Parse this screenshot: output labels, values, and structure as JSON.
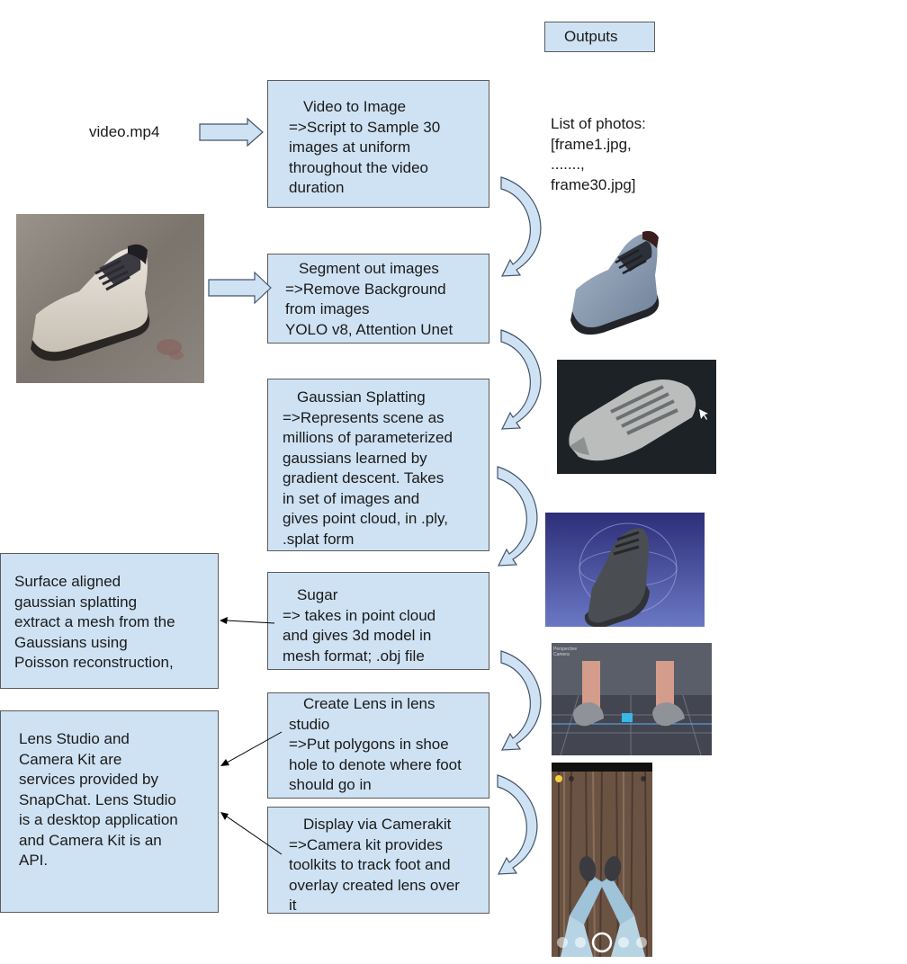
{
  "outputs_label": "Outputs",
  "input_label": "video.mp4",
  "frames_output": [
    "List of photos:",
    "[frame1.jpg,",
    ".......,",
    "frame30.jpg]"
  ],
  "steps": [
    {
      "title": "Video to Image",
      "lines": [
        "=>Script to Sample 30",
        "images at uniform",
        "throughout the video",
        "duration"
      ]
    },
    {
      "title": "Segment out images",
      "lines": [
        "=>Remove Background",
        "from images",
        "YOLO v8, Attention Unet"
      ]
    },
    {
      "title": "Gaussian Splatting",
      "lines": [
        "=>Represents scene as",
        "millions of parameterized",
        "gaussians learned by",
        "gradient descent. Takes",
        "in set of images and",
        "gives point cloud, in .ply,",
        ".splat form"
      ]
    },
    {
      "title": "Sugar",
      "lines": [
        "=> takes in point cloud",
        "and gives 3d model in",
        "mesh format; .obj file"
      ]
    },
    {
      "title": "Create Lens in lens",
      "lines": [
        "studio",
        "=>Put polygons in shoe",
        "hole to denote where foot",
        "should go in"
      ]
    },
    {
      "title": "Display via Camerakit",
      "lines": [
        "=>Camera kit provides",
        "toolkits to track foot and",
        "overlay created lens over",
        "it"
      ]
    }
  ],
  "sugar_note": [
    "Surface aligned",
    "gaussian splatting",
    "extract a mesh from the",
    "Gaussians using",
    "Poisson reconstruction,"
  ],
  "snap_note": [
    "Lens Studio and",
    "Camera Kit are",
    "services provided by",
    "SnapChat. Lens Studio",
    "is a desktop application",
    "and Camera Kit is an",
    "API."
  ],
  "colors": {
    "box_fill": "#cfe2f3",
    "box_border": "#5b5b5b",
    "arrow_fill": "#cfe2f3",
    "arrow_stroke": "#44546a"
  }
}
